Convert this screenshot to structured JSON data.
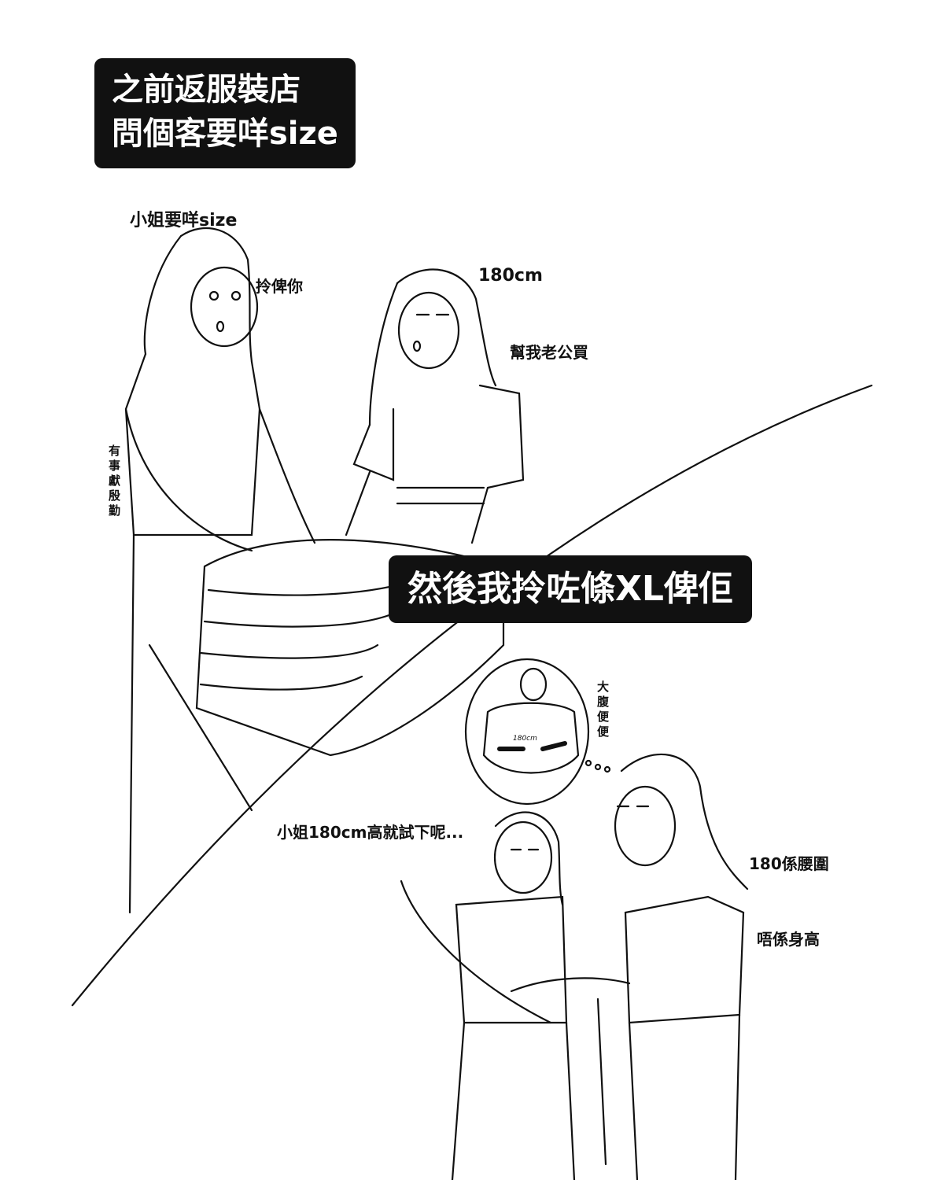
{
  "caption_top": {
    "line1": "之前返服裝店",
    "line2": "問個客要咩size"
  },
  "caption_middle": "然後我拎咗條XL俾佢",
  "panel1": {
    "clerk_question": "小姐要咩size",
    "clerk_reply": "拎俾你",
    "customer_height": "180cm",
    "customer_note": "幫我老公買",
    "side_note": "有事獻殷勤"
  },
  "panel2": {
    "thought_label": "大腹便便",
    "thought_measure": "180cm",
    "clerk_line": "小姐180cm高就試下呢...",
    "customer_line1": "180係腰圍",
    "customer_line2": "唔係身高"
  }
}
